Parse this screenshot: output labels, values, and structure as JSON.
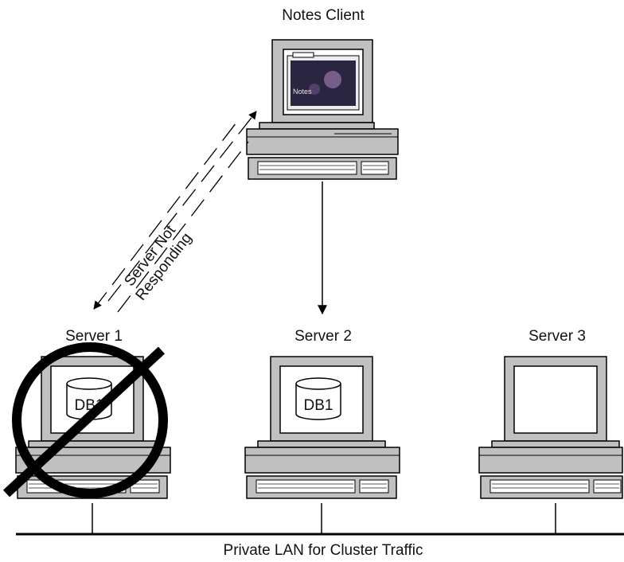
{
  "client": {
    "label": "Notes Client",
    "screen_text": "Notes"
  },
  "servers": [
    {
      "label": "Server 1",
      "db": "DB1",
      "failed": true
    },
    {
      "label": "Server 2",
      "db": "DB1",
      "failed": false
    },
    {
      "label": "Server 3",
      "db": "",
      "failed": false
    }
  ],
  "connection_label": {
    "line1": "Server Not",
    "line2": "Responding"
  },
  "network_label": "Private LAN for Cluster Traffic",
  "colors": {
    "monitor": "#c0c0c0",
    "outline": "#000000",
    "failed_mark": "#000000",
    "screen": "#ffffff"
  }
}
